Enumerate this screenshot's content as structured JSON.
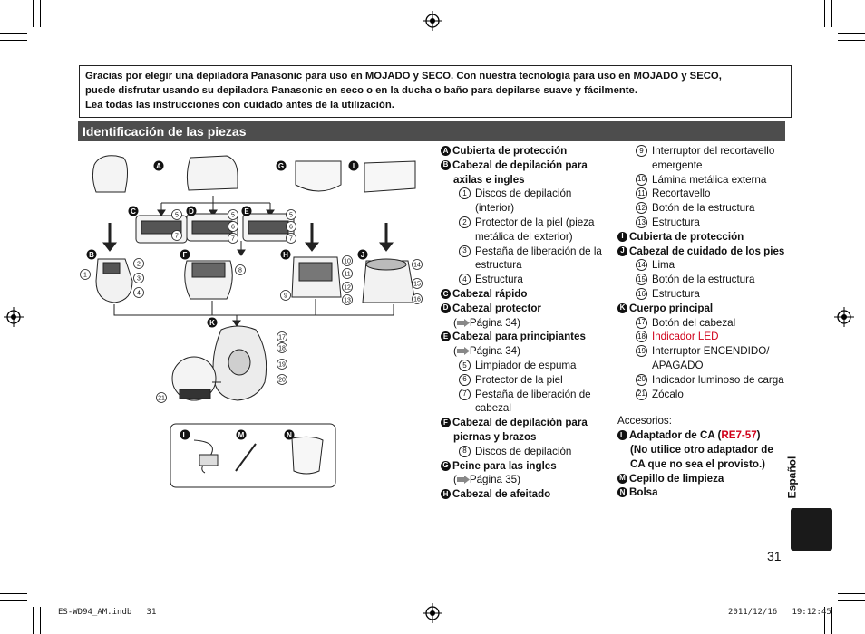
{
  "intro": {
    "line1": "Gracias por elegir una depiladora Panasonic para uso en MOJADO y SECO. Con nuestra tecnología para uso en MOJADO y SECO,",
    "line2": "puede disfrutar usando su depiladora Panasonic en seco o en la ducha o baño para depilarse suave y fácilmente.",
    "line3": "Lea todas las instrucciones con cuidado antes de la utilización."
  },
  "section_title": "Identificación de las piezas",
  "diagram": {
    "letters": [
      "A",
      "B",
      "C",
      "D",
      "E",
      "F",
      "G",
      "H",
      "I",
      "J",
      "K",
      "L",
      "M",
      "N"
    ],
    "numbers": [
      "1",
      "2",
      "3",
      "4",
      "5",
      "6",
      "7",
      "8",
      "9",
      "10",
      "11",
      "12",
      "13",
      "14",
      "15",
      "16",
      "17",
      "18",
      "19",
      "20",
      "21"
    ]
  },
  "parts_col1": {
    "A": "Cubierta de protección",
    "B1": "Cabezal de depilación para",
    "B2": "axilas e ingles",
    "n1a": "Discos de depilación",
    "n1b": "(interior)",
    "n2a": "Protector de la piel (pieza",
    "n2b": "metálica del exterior)",
    "n3a": "Pestaña de liberación de la",
    "n3b": "estructura",
    "n4": "Estructura",
    "C": "Cabezal rápido",
    "D": "Cabezal protector",
    "D_page": "Página 34)",
    "E": "Cabezal para principiantes",
    "E_page": "Página 34)",
    "n5": "Limpiador de espuma",
    "n6": "Protector de la piel",
    "n7a": "Pestaña de liberación de",
    "n7b": "cabezal",
    "F1": "Cabezal de depilación para",
    "F2": "piernas y brazos",
    "n8": "Discos de depilación",
    "G": "Peine para las ingles",
    "G_page": "Página 35)",
    "H": "Cabezal de afeitado"
  },
  "parts_col2": {
    "n9a": "Interruptor del recortavello",
    "n9b": "emergente",
    "n10": "Lámina metálica externa",
    "n11": "Recortavello",
    "n12": "Botón de la estructura",
    "n13": "Estructura",
    "I": "Cubierta de protección",
    "J": "Cabezal de cuidado de los pies",
    "n14": "Lima",
    "n15": "Botón de la estructura",
    "n16": "Estructura",
    "K": "Cuerpo principal",
    "n17": "Botón del cabezal",
    "n18": "Indicador LED",
    "n19a": "Interruptor ENCENDIDO/",
    "n19b": "APAGADO",
    "n20": "Indicador luminoso de carga",
    "n21": "Zócalo",
    "accesorios": "Accesorios:",
    "L1a": "Adaptador de CA (",
    "L1model": "RE7-57",
    "L1b": ")",
    "L2": "(No utilice otro adaptador de",
    "L3": "CA que no sea el provisto.)",
    "M": "Cepillo de limpieza",
    "N": "Bolsa"
  },
  "side_label": "Español",
  "page_number": "31",
  "footer": {
    "file": "ES-WD94_AM.indb   31",
    "date": "2011/12/16   19:12:45"
  },
  "colors": {
    "bar": "#4d4d4d",
    "red": "#d0021b",
    "tab": "#1a1a1a"
  }
}
